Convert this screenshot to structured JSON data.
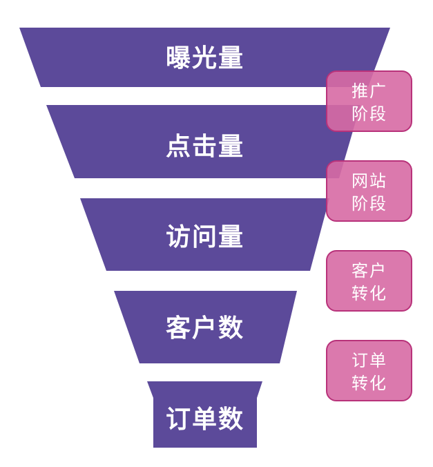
{
  "colors": {
    "funnel": "#5c4a9a",
    "phase_fill": "#d76aa4",
    "phase_border": "#b8327a",
    "stage_text": "#ffffff",
    "phase_text": "#ffffff"
  },
  "funnel": {
    "stages": [
      {
        "label": "曝光量"
      },
      {
        "label": "点击量"
      },
      {
        "label": "访问量"
      },
      {
        "label": "客户数"
      },
      {
        "label": "订单数"
      }
    ]
  },
  "phases": [
    {
      "line1": "推广",
      "line2": "阶段"
    },
    {
      "line1": "网站",
      "line2": "阶段"
    },
    {
      "line1": "客户",
      "line2": "转化"
    },
    {
      "line1": "订单",
      "line2": "转化"
    }
  ]
}
